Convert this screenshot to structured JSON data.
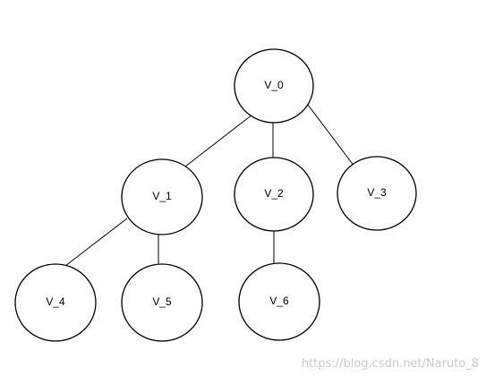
{
  "diagram": {
    "type": "tree",
    "nodes": [
      {
        "id": "v0",
        "label": "V_0"
      },
      {
        "id": "v1",
        "label": "V_1"
      },
      {
        "id": "v2",
        "label": "V_2"
      },
      {
        "id": "v3",
        "label": "V_3"
      },
      {
        "id": "v4",
        "label": "V_4"
      },
      {
        "id": "v5",
        "label": "V_5"
      },
      {
        "id": "v6",
        "label": "V_6"
      }
    ],
    "edges": [
      {
        "from": "v0",
        "to": "v1"
      },
      {
        "from": "v0",
        "to": "v2"
      },
      {
        "from": "v0",
        "to": "v3"
      },
      {
        "from": "v1",
        "to": "v4"
      },
      {
        "from": "v1",
        "to": "v5"
      },
      {
        "from": "v2",
        "to": "v6"
      }
    ]
  },
  "watermark": "https://blog.csdn.net/Naruto_8",
  "colors": {
    "stroke": "#000000",
    "fill": "#ffffff",
    "watermark": "#c9c9c9"
  }
}
